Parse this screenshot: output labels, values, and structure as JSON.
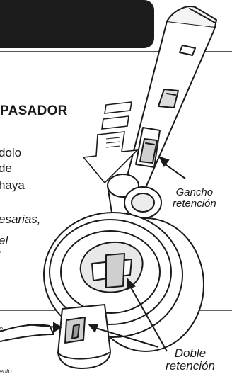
{
  "section": {
    "heading": "PASADOR"
  },
  "body": {
    "line1": "dolo",
    "line2": "de",
    "line3": "haya"
  },
  "note": {
    "line1": "esarias,",
    "line2": "el",
    "line3": "."
  },
  "callouts": {
    "gancho_line1": "Gancho",
    "gancho_line2": "retención",
    "doble_line1": "Doble",
    "doble_line2": "retención"
  },
  "fragments": {
    "top": "e",
    "bottom": "ento"
  },
  "colors": {
    "ink": "#1a1a1a",
    "band": "#1c1c1c",
    "paper": "#ffffff"
  }
}
